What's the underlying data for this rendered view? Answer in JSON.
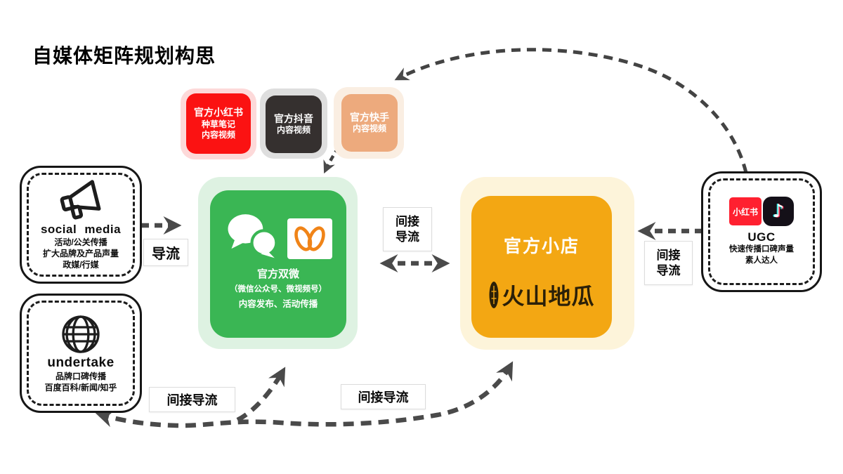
{
  "title": "自媒体矩阵规划构思",
  "top_platforms": [
    {
      "name": "官方小红书",
      "lines": [
        "种草笔记",
        "内容视频"
      ]
    },
    {
      "name": "官方抖音",
      "lines": [
        "内容视频"
      ]
    },
    {
      "name": "官方快手",
      "lines": [
        "内容视频"
      ]
    }
  ],
  "nodes": {
    "social": {
      "title": "social media",
      "lines": [
        "活动/公关传播",
        "扩大品牌及产品声量",
        "政媒/行媒"
      ]
    },
    "undertake": {
      "title": "undertake",
      "lines": [
        "品牌口碑传播",
        "百度百科/新闻/知乎"
      ]
    },
    "wechat": {
      "title": "官方双微",
      "subtitle": "（微信公众号、微视频号）",
      "desc": "内容发布、活动传播"
    },
    "shop": {
      "title": "官方小店",
      "brand": "火山地瓜"
    },
    "ugc": {
      "title": "UGC",
      "lines": [
        "快速传播口碑声量",
        "素人达人"
      ],
      "xiaohongshu_label": "小红书",
      "tiktok_note_glyph": "♪"
    }
  },
  "arrow_labels": {
    "left_flow": "导流",
    "mid_line1": "间接",
    "mid_line2": "导流",
    "right_line1": "间接",
    "right_line2": "导流",
    "bottom_left": "间接导流",
    "bottom_center": "间接导流"
  },
  "colors": {
    "xiaohongshu_red": "#fb1212",
    "douyin_black": "#35302f",
    "kuaishou_orange": "#edaa7d",
    "wechat_green": "#3ab654",
    "wechat_green_glow": "#def2e2",
    "shop_yellow": "#f3a713",
    "shop_yellow_glow": "#fdf4da",
    "channels_orange": "#f08418",
    "arrow_gray": "#4a4a4a"
  }
}
